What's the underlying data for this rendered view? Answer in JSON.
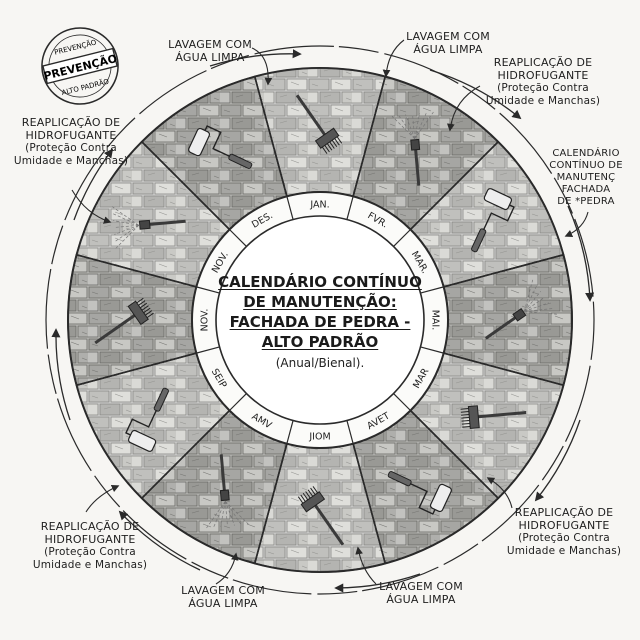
{
  "center": {
    "title_lines": [
      "CALENDÁRIO CONTÍNUO",
      "DE MANUTENÇÃO:",
      "FACHADA DE PEDRA -",
      "ALTO PADRÃO"
    ],
    "subtitle": "(Anual/Bienal)."
  },
  "stamp": {
    "top": "PREVENÇÃO",
    "middle": "PREVENÇÃO",
    "bottom": "ALTO PADRÃO"
  },
  "months": [
    "JAN.",
    "FVR.",
    "MAR.",
    "MAI.",
    "MAR",
    "AVET",
    "JIOM",
    "AMV",
    "SEIP",
    "NOV.",
    "NOV.",
    "DES."
  ],
  "annotations": [
    {
      "id": "top-left-wash",
      "lines": [
        "LAVAGEM COM",
        "ÁGUA LIMPA"
      ],
      "sub": ""
    },
    {
      "id": "top-right-wash",
      "lines": [
        "LAVAGEM COM",
        "ÁGUA LIMPA"
      ],
      "sub": ""
    },
    {
      "id": "top-right-reapply",
      "lines": [
        "REAPLICAÇÃO DE",
        "HIDROFUGANTE"
      ],
      "sub": "(Proteção Contra\nUmidade e Manchas)"
    },
    {
      "id": "left-reapply",
      "lines": [
        "REAPLICAÇÃO DE",
        "HIDROFUGANTE"
      ],
      "sub": "(Proteção Contra\nUmidade e Manchas)"
    },
    {
      "id": "right-calendar",
      "lines": [
        "CALENDÁRIO",
        "CONTÍNUO DE",
        "MANUTENÇ",
        "FACHADA",
        "DE *PEDRA"
      ],
      "sub": ""
    },
    {
      "id": "bottom-left-reapply",
      "lines": [
        "REAPLICAÇÃO DE",
        "HIDROFUGANTE"
      ],
      "sub": "(Proteção Contra\nUmidade e Manchas)"
    },
    {
      "id": "bottom-right-reapply",
      "lines": [
        "REAPLICAÇÃO DE",
        "HIDROFUGANTE"
      ],
      "sub": "(Proteção Contra\nUmidade e Manchas)"
    },
    {
      "id": "bottom-left-wash",
      "lines": [
        "LAVAGEM COM",
        "ÁGUA LIMPA"
      ],
      "sub": ""
    },
    {
      "id": "bottom-right-wash",
      "lines": [
        "LAVAGEM COM",
        "ÁGUA LIMPA"
      ],
      "sub": ""
    }
  ],
  "segments": [
    {
      "tool": "brush-icon"
    },
    {
      "tool": "spray-nozzle-icon"
    },
    {
      "tool": "paint-roller-icon"
    },
    {
      "tool": "spray-nozzle-icon"
    },
    {
      "tool": "brush-icon"
    },
    {
      "tool": "paint-roller-icon"
    },
    {
      "tool": "brush-icon"
    },
    {
      "tool": "spray-nozzle-icon"
    },
    {
      "tool": "paint-roller-icon"
    },
    {
      "tool": "brush-icon"
    },
    {
      "tool": "spray-nozzle-icon"
    },
    {
      "tool": "paint-roller-icon"
    }
  ],
  "colors": {
    "ink": "#2a2a2a",
    "stone_light": "#cfcfcc",
    "stone_dark": "#8f8f8b",
    "paper": "#f7f6f3"
  }
}
